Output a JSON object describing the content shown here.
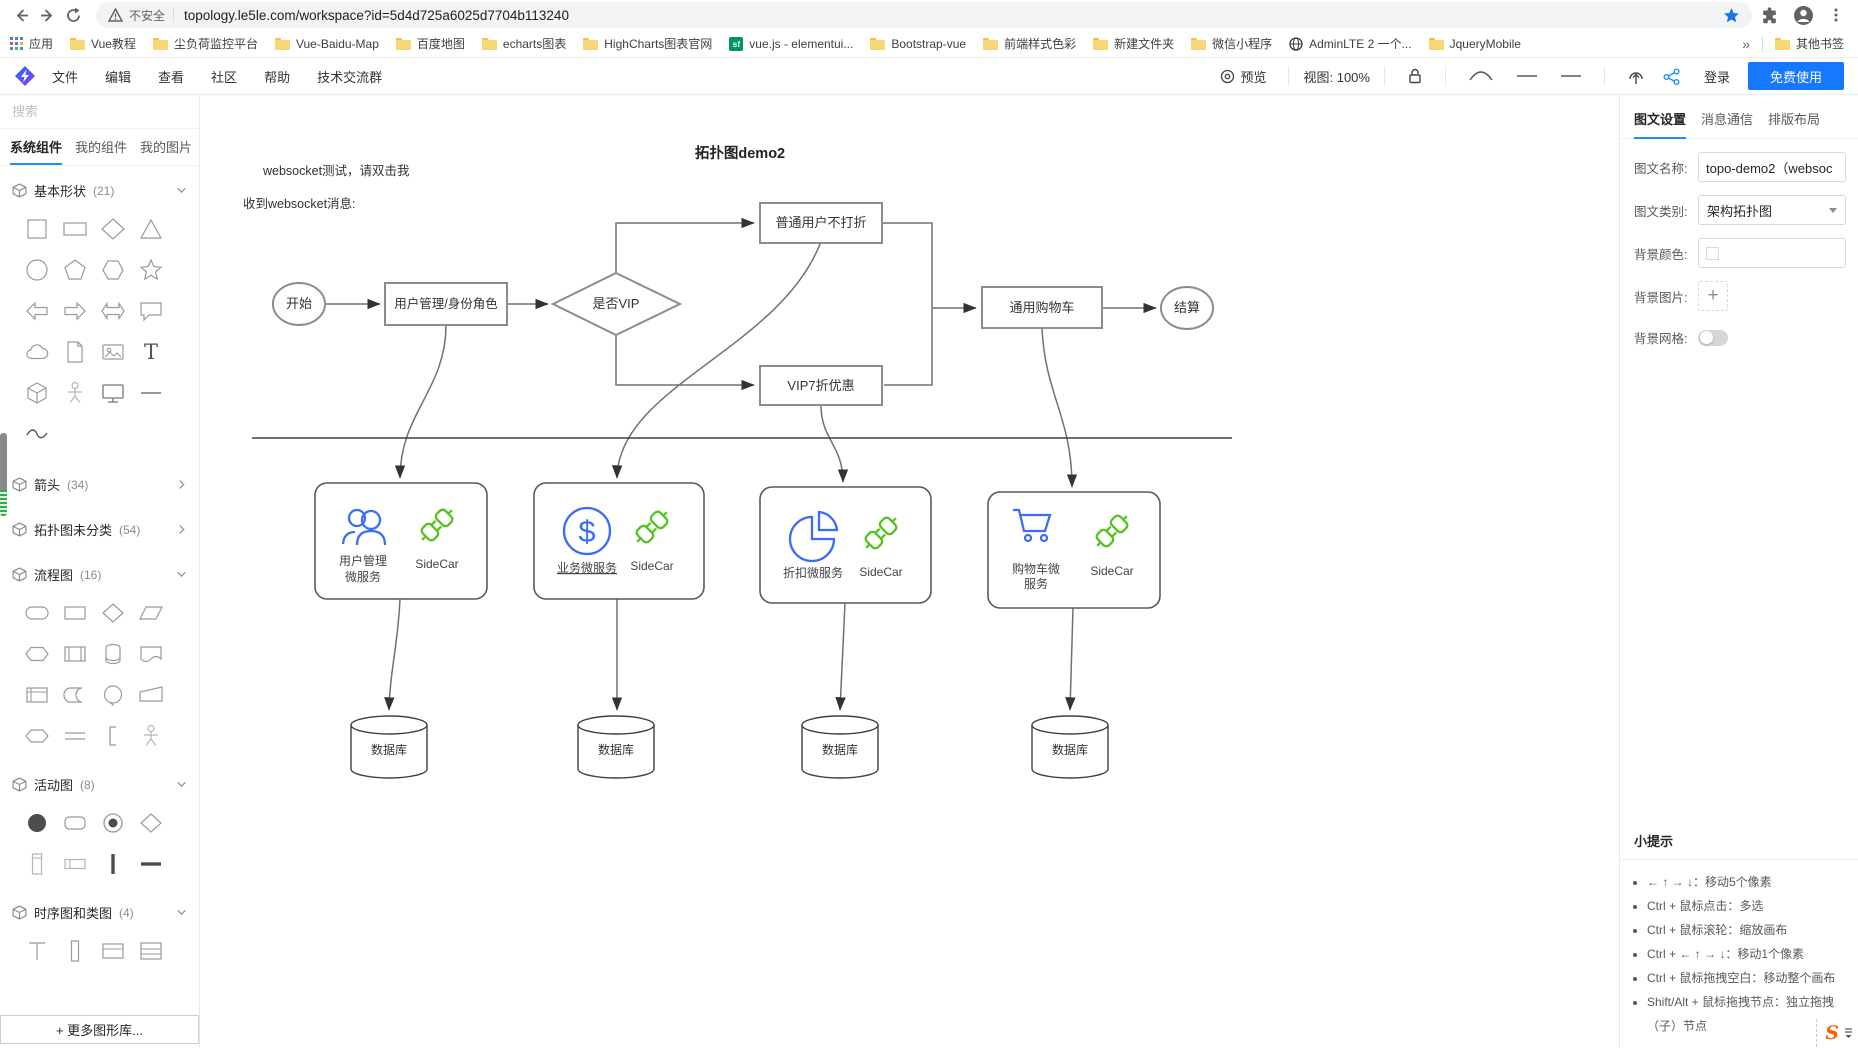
{
  "browser": {
    "security_label": "不安全",
    "url": "topology.le5le.com/workspace?id=5d4d725a6025d7704b113240",
    "apps_label": "应用",
    "bookmarks": [
      "Vue教程",
      "尘负荷监控平台",
      "Vue-Baidu-Map",
      "百度地图",
      "echarts图表",
      "HighCharts图表官网",
      "vue.js - elementui...",
      "Bootstrap-vue",
      "前端样式色彩",
      "新建文件夹",
      "微信小程序",
      "AdminLTE 2 一个...",
      "JqueryMobile"
    ],
    "sf_badge": "sf",
    "overflow_chevron": "»",
    "other_bookmarks": "其他书签"
  },
  "menubar": {
    "items": [
      "文件",
      "编辑",
      "查看",
      "社区",
      "帮助",
      "技术交流群"
    ],
    "preview": "预览",
    "view_label": "视图:",
    "zoom_value": "100%",
    "login": "登录",
    "cta": "免费使用"
  },
  "sidebar": {
    "search_placeholder": "搜索",
    "tabs": [
      "系统组件",
      "我的组件",
      "我的图片"
    ],
    "sections": [
      {
        "name": "基本形状",
        "count": "(21)"
      },
      {
        "name": "箭头",
        "count": "(34)"
      },
      {
        "name": "拓扑图未分类",
        "count": "(54)"
      },
      {
        "name": "流程图",
        "count": "(16)"
      },
      {
        "name": "活动图",
        "count": "(8)"
      },
      {
        "name": "时序图和类图",
        "count": "(4)"
      }
    ],
    "more_label": "+ 更多图形库..."
  },
  "canvas": {
    "title": "拓扑图demo2",
    "note1": "websocket测试，请双击我",
    "note2": "收到websocket消息:",
    "nodes": {
      "start": "开始",
      "user_mgmt": "用户管理/身份角色",
      "is_vip": "是否VIP",
      "no_discount": "普通用户不打折",
      "vip_discount": "VIP7折优惠",
      "cart": "通用购物车",
      "checkout": "结算",
      "svc1_line1": "用户管理",
      "svc1_line2": "微服务",
      "svc2": "业务微服务",
      "svc3": "折扣微服务",
      "svc4_line1": "购物车微",
      "svc4_line2": "服务",
      "sidecar": "SideCar",
      "db": "数据库"
    }
  },
  "panel": {
    "tabs": [
      "图文设置",
      "消息通信",
      "排版布局"
    ],
    "fields": {
      "name_label": "图文名称:",
      "name_value": "topo-demo2（websoc",
      "category_label": "图文类别:",
      "category_value": "架构拓扑图",
      "bg_color_label": "背景颜色:",
      "bg_image_label": "背景图片:",
      "bg_image_add": "+",
      "bg_grid_label": "背景网格:"
    },
    "tips": {
      "title": "小提示",
      "items": [
        "← ↑ → ↓：移动5个像素",
        "Ctrl + 鼠标点击：多选",
        "Ctrl + 鼠标滚轮：缩放画布",
        "Ctrl + ← ↑ → ↓：移动1个像素",
        "Ctrl + 鼠标拖拽空白：移动整个画布",
        "Shift/Alt + 鼠标拖拽节点：独立拖拽（子）节点"
      ]
    }
  },
  "sogou": {
    "logo": "S"
  },
  "colors": {
    "accent": "#1890ff",
    "cta": "#1677ff",
    "icon_blue": "#3d6ef2",
    "icon_green": "#54c322",
    "star_blue": "#1a73e8"
  }
}
